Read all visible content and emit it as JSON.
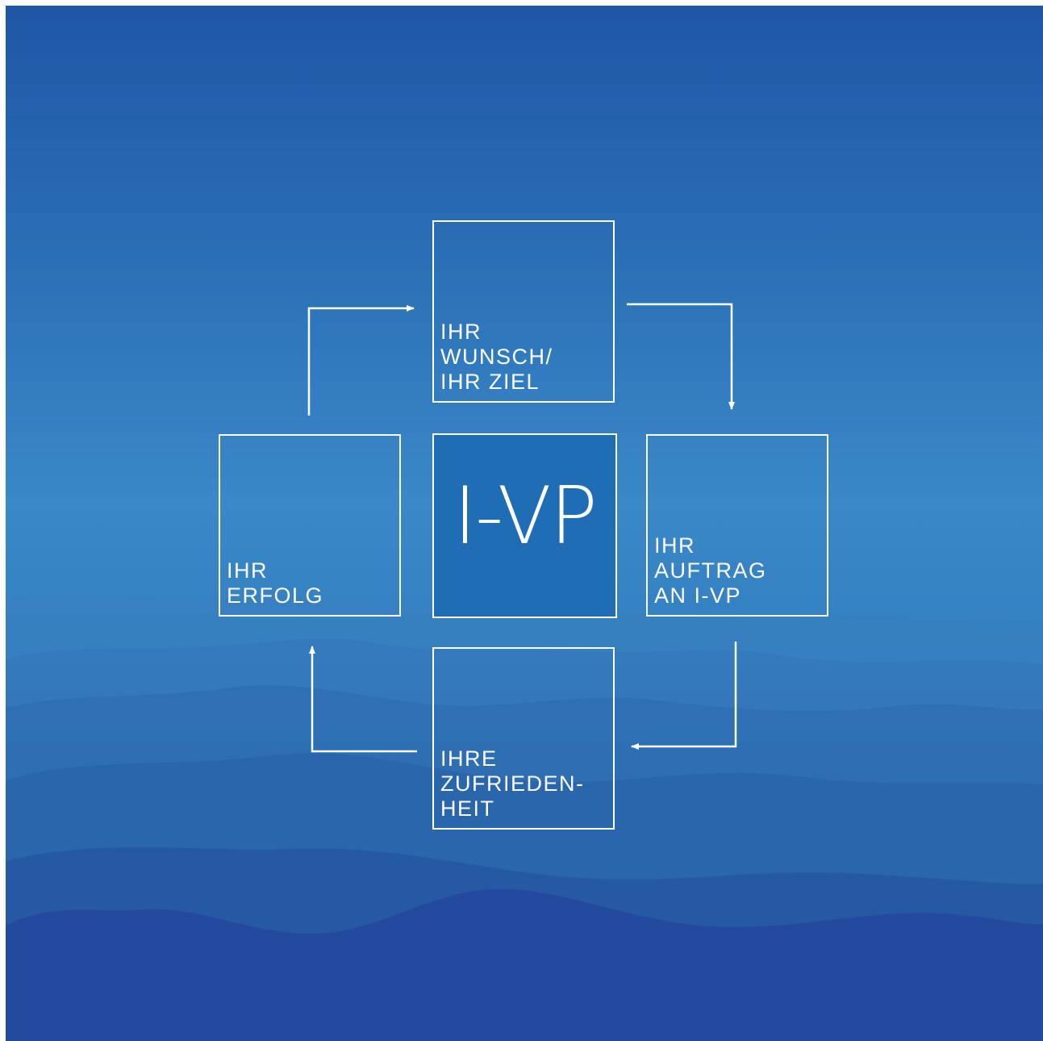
{
  "colors": {
    "background_top": "#1f56a6",
    "background_mid": "#3a86c6",
    "background_bottom": "#2148a0",
    "center_box": "#1f6db5",
    "lines": "#ffffff"
  },
  "center": {
    "logo_text": "I-VP"
  },
  "steps": {
    "top": "IHR\nWUNSCH/\nIHR ZIEL",
    "right": "IHR\nAUFTRAG\nAN I-VP",
    "bottom": "IHRE\nZUFRIEDEN-\nHEIT",
    "left": "IHR\nERFOLG"
  },
  "flow": {
    "direction": "clockwise",
    "arrows": [
      {
        "from": "top",
        "to": "right"
      },
      {
        "from": "right",
        "to": "bottom"
      },
      {
        "from": "bottom",
        "to": "left"
      },
      {
        "from": "left",
        "to": "top"
      }
    ]
  },
  "background_icon": "misty-mountain-landscape"
}
